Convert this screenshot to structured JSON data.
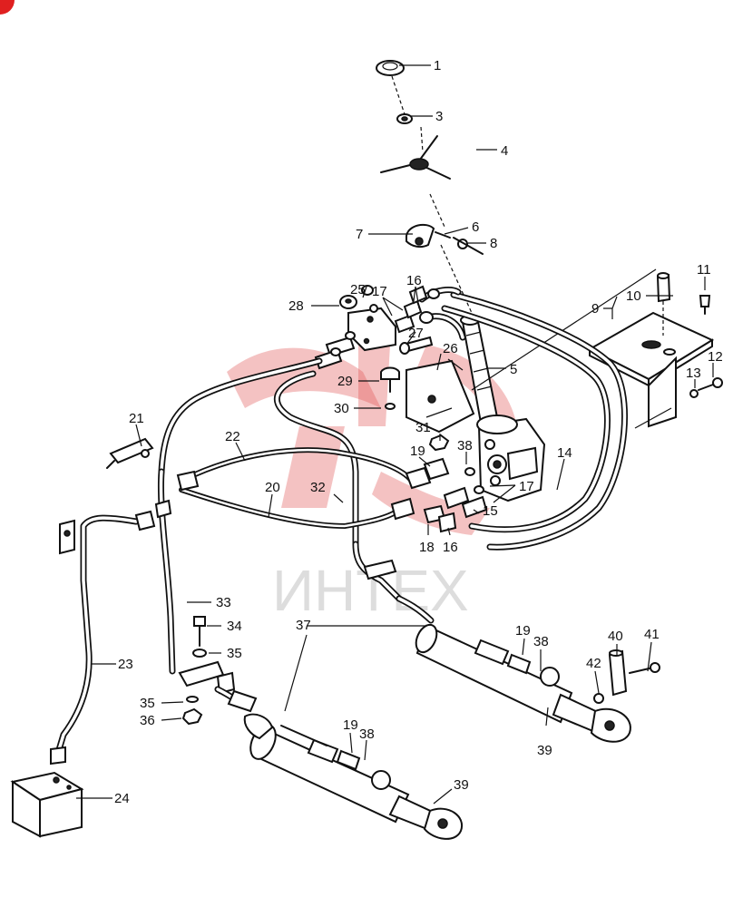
{
  "watermark": {
    "text": "ИНТЕХ",
    "color": "#e05050"
  },
  "callouts": [
    {
      "id": "c1",
      "text": "1"
    },
    {
      "id": "c3",
      "text": "3"
    },
    {
      "id": "c4",
      "text": "4"
    },
    {
      "id": "c6",
      "text": "6"
    },
    {
      "id": "c7",
      "text": "7"
    },
    {
      "id": "c8",
      "text": "8"
    },
    {
      "id": "c11",
      "text": "11"
    },
    {
      "id": "c10",
      "text": "10"
    },
    {
      "id": "c9",
      "text": "9"
    },
    {
      "id": "c12",
      "text": "12"
    },
    {
      "id": "c13",
      "text": "13"
    },
    {
      "id": "c5",
      "text": "5"
    },
    {
      "id": "c25",
      "text": "25"
    },
    {
      "id": "c17a",
      "text": "17"
    },
    {
      "id": "c16a",
      "text": "16"
    },
    {
      "id": "c28",
      "text": "28"
    },
    {
      "id": "c27",
      "text": "27"
    },
    {
      "id": "c26",
      "text": "26"
    },
    {
      "id": "c29",
      "text": "29"
    },
    {
      "id": "c30",
      "text": "30"
    },
    {
      "id": "c21",
      "text": "21"
    },
    {
      "id": "c22",
      "text": "22"
    },
    {
      "id": "c31",
      "text": "31"
    },
    {
      "id": "c19a",
      "text": "19"
    },
    {
      "id": "c38a",
      "text": "38"
    },
    {
      "id": "c14",
      "text": "14"
    },
    {
      "id": "c20",
      "text": "20"
    },
    {
      "id": "c32",
      "text": "32"
    },
    {
      "id": "c17b",
      "text": "17"
    },
    {
      "id": "c15",
      "text": "15"
    },
    {
      "id": "c18",
      "text": "18"
    },
    {
      "id": "c16b",
      "text": "16"
    },
    {
      "id": "c33",
      "text": "33"
    },
    {
      "id": "c34",
      "text": "34"
    },
    {
      "id": "c35a",
      "text": "35"
    },
    {
      "id": "c37",
      "text": "37"
    },
    {
      "id": "c19b",
      "text": "19"
    },
    {
      "id": "c38b",
      "text": "38"
    },
    {
      "id": "c40",
      "text": "40"
    },
    {
      "id": "c41",
      "text": "41"
    },
    {
      "id": "c42",
      "text": "42"
    },
    {
      "id": "c23",
      "text": "23"
    },
    {
      "id": "c35b",
      "text": "35"
    },
    {
      "id": "c36",
      "text": "36"
    },
    {
      "id": "c39a",
      "text": "39"
    },
    {
      "id": "c19c",
      "text": "19"
    },
    {
      "id": "c38c",
      "text": "38"
    },
    {
      "id": "c39b",
      "text": "39"
    },
    {
      "id": "c24",
      "text": "24"
    }
  ]
}
